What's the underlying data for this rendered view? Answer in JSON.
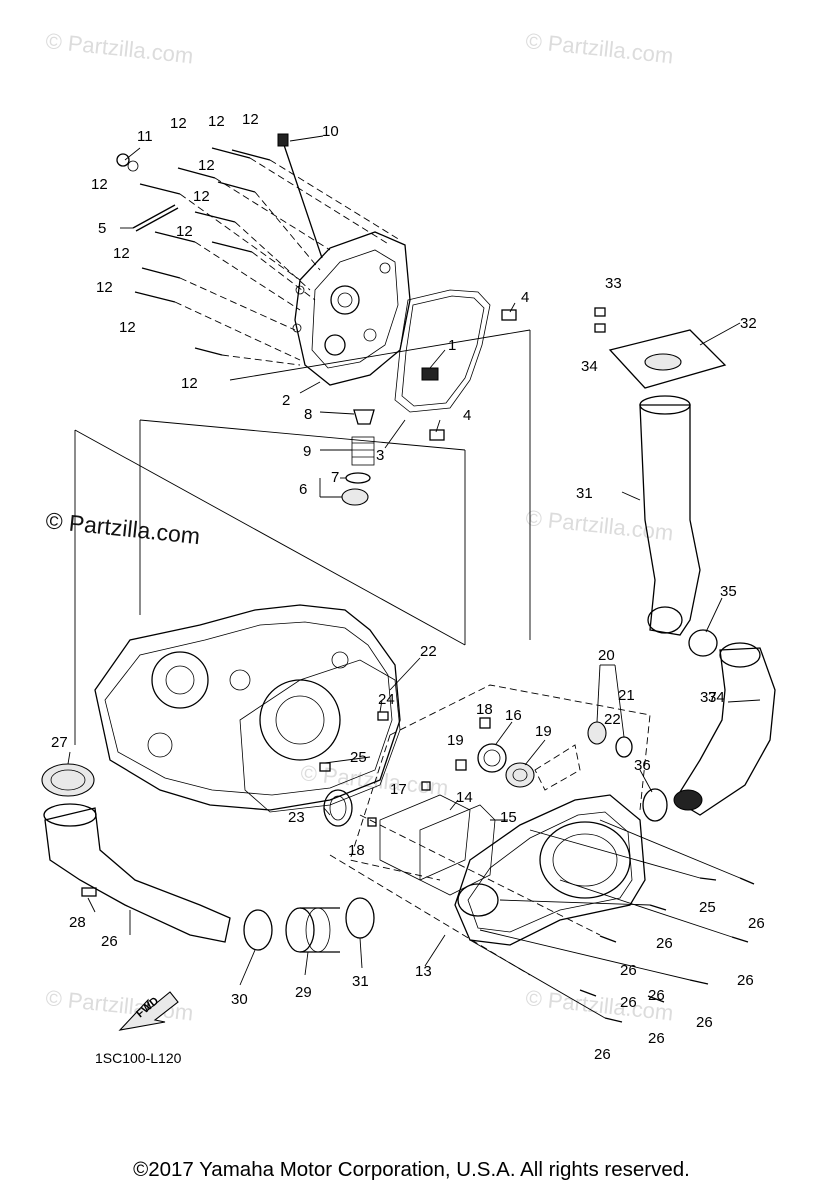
{
  "watermarks": [
    "© Partzilla.com",
    "© Partzilla.com",
    "© Partzilla.com",
    "© Partzilla.com",
    "© Partzilla.com",
    "© Partzilla.com"
  ],
  "watermark_main": "© Partzilla.com",
  "callouts": [
    "1",
    "2",
    "3",
    "4",
    "4",
    "5",
    "6",
    "7",
    "8",
    "9",
    "10",
    "11",
    "12",
    "12",
    "12",
    "12",
    "12",
    "12",
    "12",
    "12",
    "12",
    "12",
    "12",
    "13",
    "14",
    "15",
    "16",
    "17",
    "18",
    "18",
    "19",
    "19",
    "20",
    "21",
    "22",
    "22",
    "23",
    "24",
    "25",
    "25",
    "26",
    "26",
    "26",
    "26",
    "26",
    "26",
    "26",
    "26",
    "26",
    "26",
    "27",
    "28",
    "29",
    "30",
    "31",
    "31",
    "32",
    "33",
    "34",
    "34",
    "35",
    "36",
    "37"
  ],
  "fwd_label": "FWD",
  "diagram_code": "1SC100-L120",
  "footer": "©2017  Yamaha Motor Corporation, U.S.A. All rights reserved."
}
